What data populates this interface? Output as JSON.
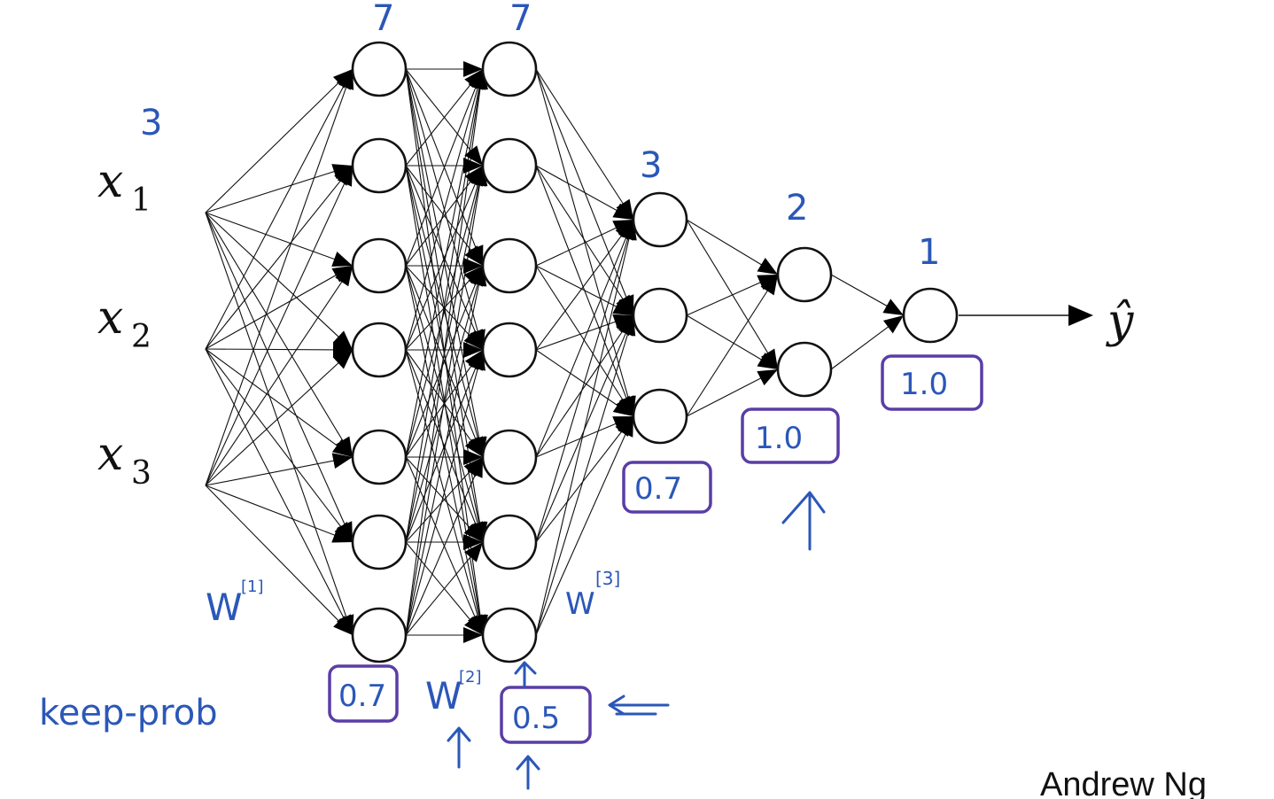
{
  "inputs": [
    {
      "base": "x",
      "sub": "1"
    },
    {
      "base": "x",
      "sub": "2"
    },
    {
      "base": "x",
      "sub": "3"
    }
  ],
  "output_label": "ŷ",
  "layers": [
    {
      "size": 7,
      "size_label": "7",
      "keep_prob": "0.7"
    },
    {
      "size": 7,
      "size_label": "7",
      "keep_prob": "0.5"
    },
    {
      "size": 3,
      "size_label": "3",
      "keep_prob": "0.7"
    },
    {
      "size": 2,
      "size_label": "2",
      "keep_prob": "1.0"
    },
    {
      "size": 1,
      "size_label": "1",
      "keep_prob": "1.0"
    }
  ],
  "annotations": {
    "input_size": "3",
    "w1": "W",
    "w1_sup": "[1]",
    "w2": "W",
    "w2_sup": "[2]",
    "w3": "W",
    "w3_sup": "[3]",
    "keep_prob_label": "keep-prob"
  },
  "credit": "Andrew Ng",
  "colors": {
    "annotation": "#2b57b8",
    "box": "#5a3da6",
    "ink": "#111111"
  }
}
